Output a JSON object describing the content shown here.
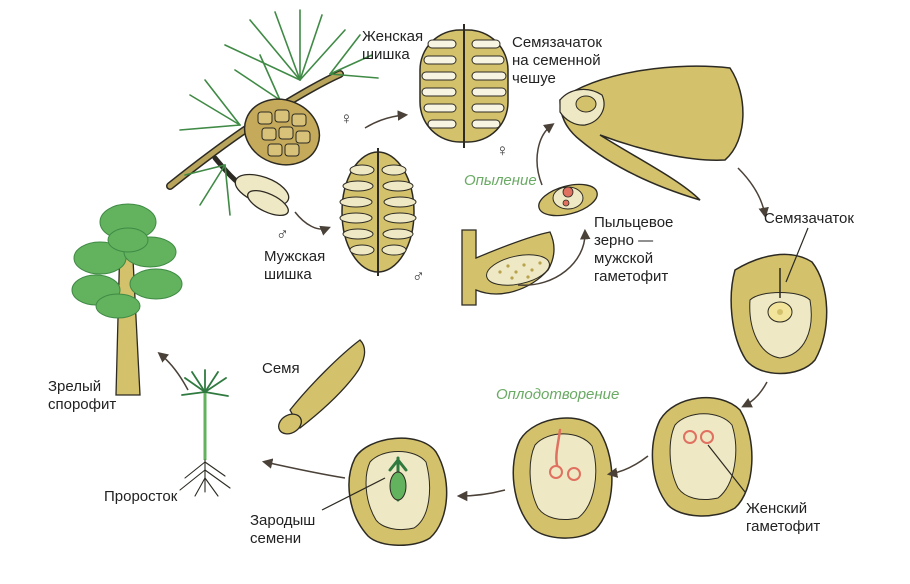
{
  "labels": {
    "female_cone": "Женская\nшишка",
    "ovule_on_scale": "Семязачаток\nна семенной\nчешуе",
    "pollen_grain": "Пыльцевое\nзерно —\nмужской\nгаметофит",
    "male_cone": "Мужская\nшишка",
    "ovule": "Семязачаток",
    "female_gametophyte": "Женский\nгаметофит",
    "embryo": "Зародыш\nсемени",
    "seedling": "Проросток",
    "mature_sporophyte": "Зрелый\nспорофит",
    "seed": "Семя"
  },
  "stages": {
    "pollination": "Опыление",
    "fertilization": "Оплодотворение"
  },
  "symbols": {
    "female": "♀",
    "male": "♂"
  },
  "colors": {
    "tissue": "#d3c16c",
    "tissue_light": "#efe8c4",
    "tissue_pale": "#f7f4e2",
    "tissue_dark": "#b7a34c",
    "outline": "#2c2a22",
    "foliage": "#62b25e",
    "foliage_dark": "#3f8a45",
    "cone_brown": "#a07c3a",
    "red_cell": "#e07060",
    "stage_green": "#6aaa64"
  }
}
